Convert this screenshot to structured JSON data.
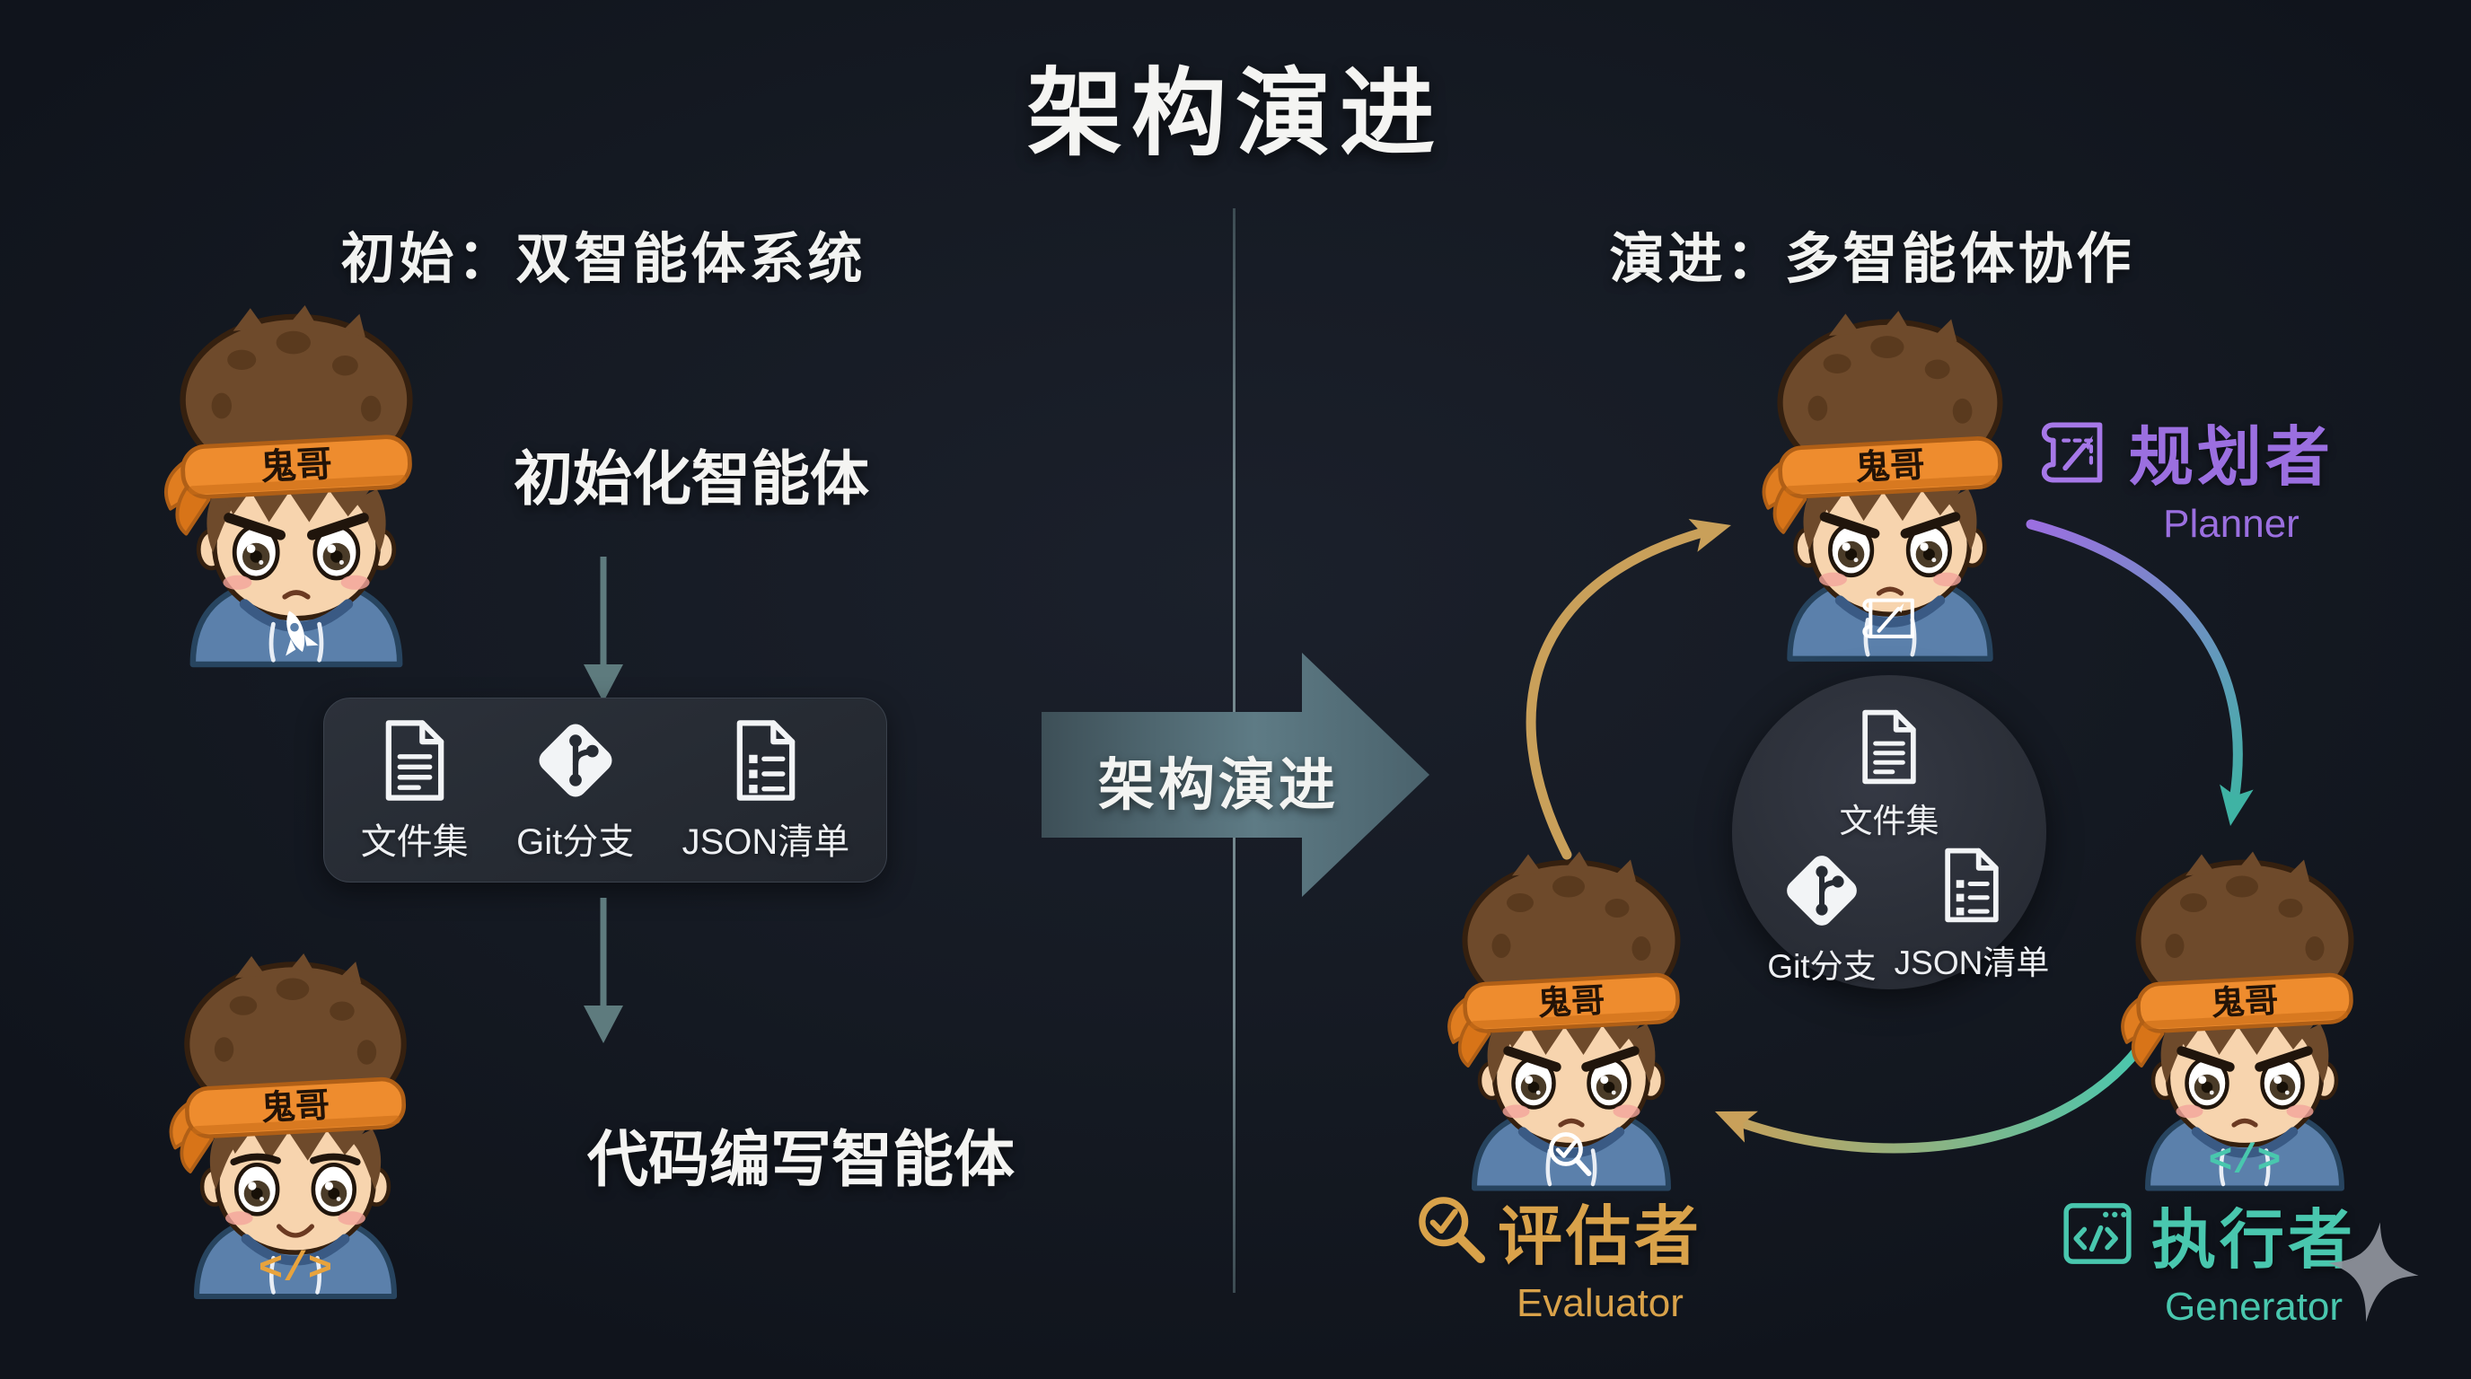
{
  "title": "架构演进",
  "headband_text": "鬼哥",
  "code_glyph": "</>",
  "left": {
    "header": "初始：双智能体系统",
    "agent1_label": "初始化智能体",
    "agent2_label": "代码编写智能体",
    "artifacts": [
      {
        "icon": "document-icon",
        "label": "文件集"
      },
      {
        "icon": "git-branch-icon",
        "label": "Git分支"
      },
      {
        "icon": "json-list-icon",
        "label": "JSON清单"
      }
    ]
  },
  "center_arrow": {
    "label": "架构演进"
  },
  "right": {
    "header": "演进：多智能体协作",
    "hub": [
      {
        "icon": "document-icon",
        "label": "文件集"
      },
      {
        "icon": "git-branch-icon",
        "label": "Git分支"
      },
      {
        "icon": "json-list-icon",
        "label": "JSON清单"
      }
    ],
    "roles": {
      "planner": {
        "zh": "规划者",
        "en": "Planner",
        "color": "#9b6fe0"
      },
      "generator": {
        "zh": "执行者",
        "en": "Generator",
        "color": "#49c7ae"
      },
      "evaluator": {
        "zh": "评估者",
        "en": "Evaluator",
        "color": "#d9a24a"
      }
    }
  },
  "colors": {
    "background": "#151a23",
    "accent_purple": "#9b6fe0",
    "accent_teal": "#49c7ae",
    "accent_gold": "#d9a24a",
    "arrow_slate": "#5e7b85",
    "headband_orange": "#ee8c2e",
    "hoodie_blue": "#5b80ab"
  }
}
